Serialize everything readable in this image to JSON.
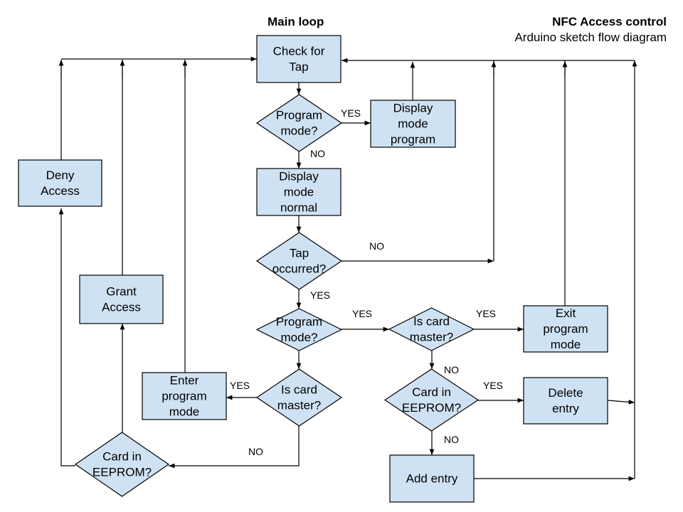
{
  "header": {
    "main_loop": "Main loop",
    "title": "NFC Access control",
    "subtitle": "Arduino sketch flow diagram"
  },
  "colors": {
    "node_fill": "#cfe2f3",
    "stroke": "#000000"
  },
  "nodes": {
    "check_tap": {
      "shape": "process",
      "lines": [
        "Check for",
        "Tap"
      ]
    },
    "program_mode_1": {
      "shape": "decision",
      "lines": [
        "Program",
        "mode?"
      ]
    },
    "display_mode_program": {
      "shape": "process",
      "lines": [
        "Display",
        "mode",
        "program"
      ]
    },
    "display_mode_normal": {
      "shape": "process",
      "lines": [
        "Display",
        "mode",
        "normal"
      ]
    },
    "tap_occurred": {
      "shape": "decision",
      "lines": [
        "Tap",
        "occurred?"
      ]
    },
    "program_mode_2": {
      "shape": "decision",
      "lines": [
        "Program",
        "mode?"
      ]
    },
    "is_card_master_right": {
      "shape": "decision",
      "lines": [
        "Is card",
        "master?"
      ]
    },
    "exit_program_mode": {
      "shape": "process",
      "lines": [
        "Exit",
        "program",
        "mode"
      ]
    },
    "card_in_eeprom_right": {
      "shape": "decision",
      "lines": [
        "Card in",
        "EEPROM?"
      ]
    },
    "delete_entry": {
      "shape": "process",
      "lines": [
        "Delete",
        "entry"
      ]
    },
    "add_entry": {
      "shape": "process",
      "lines": [
        "Add entry"
      ]
    },
    "is_card_master_left": {
      "shape": "decision",
      "lines": [
        "Is card",
        "master?"
      ]
    },
    "enter_program_mode": {
      "shape": "process",
      "lines": [
        "Enter",
        "program",
        "mode"
      ]
    },
    "card_in_eeprom_left": {
      "shape": "decision",
      "lines": [
        "Card in",
        "EEPROM?"
      ]
    },
    "grant_access": {
      "shape": "process",
      "lines": [
        "Grant",
        "Access"
      ]
    },
    "deny_access": {
      "shape": "process",
      "lines": [
        "Deny",
        "Access"
      ]
    }
  },
  "edge_labels": {
    "yes": "YES",
    "no": "NO"
  }
}
